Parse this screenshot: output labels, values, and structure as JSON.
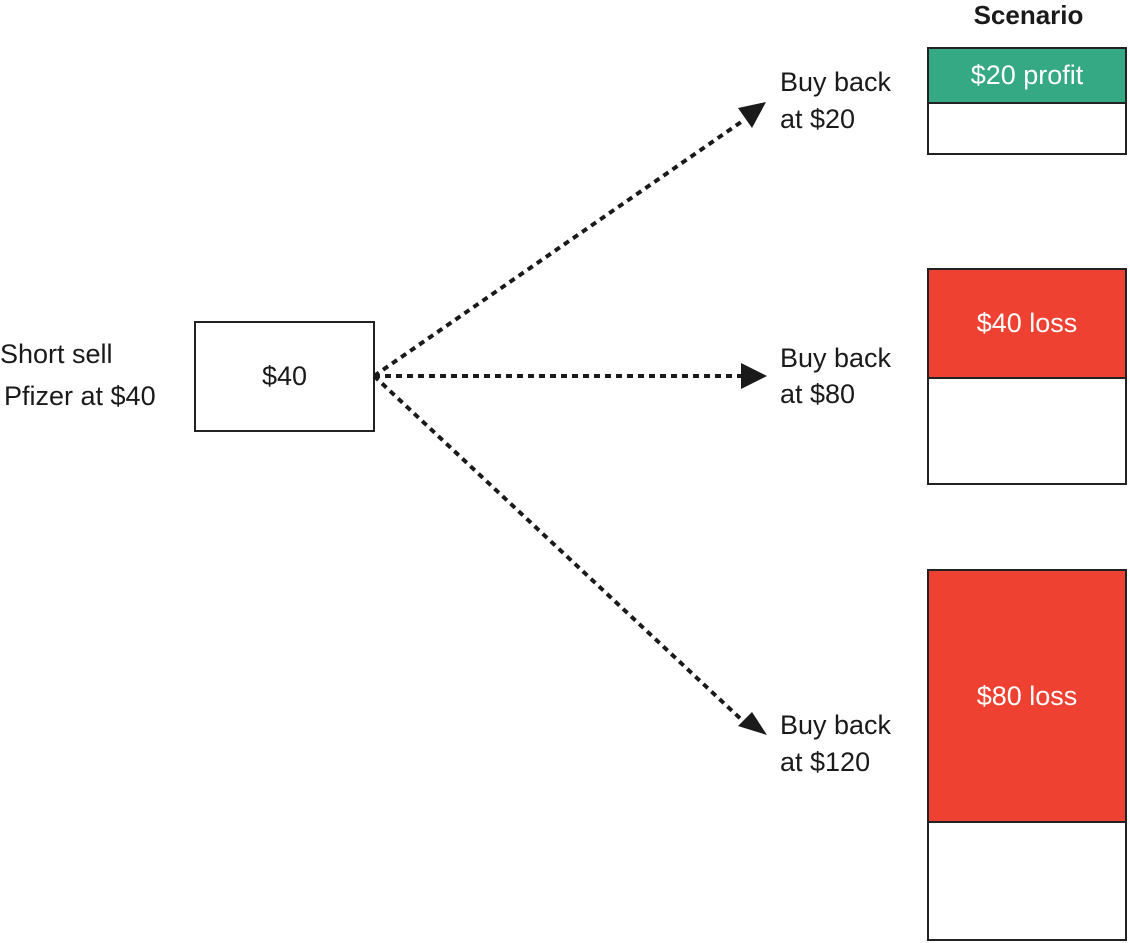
{
  "start": {
    "label_line1": "Short sell",
    "label_line2": "Pfizer at $40",
    "box_value": "$40"
  },
  "scenario_header": "Scenario",
  "outcomes": [
    {
      "line1": "Buy back",
      "line2": "at $20",
      "result": "$20 profit",
      "color": "#35a884"
    },
    {
      "line1": "Buy back",
      "line2": "at $80",
      "result": "$40 loss",
      "color": "#ee4131"
    },
    {
      "line1": "Buy back",
      "line2": "at $120",
      "result": "$80 loss",
      "color": "#ee4131"
    }
  ],
  "colors": {
    "profit": "#35a884",
    "loss": "#ee4131",
    "outline": "#222222"
  }
}
